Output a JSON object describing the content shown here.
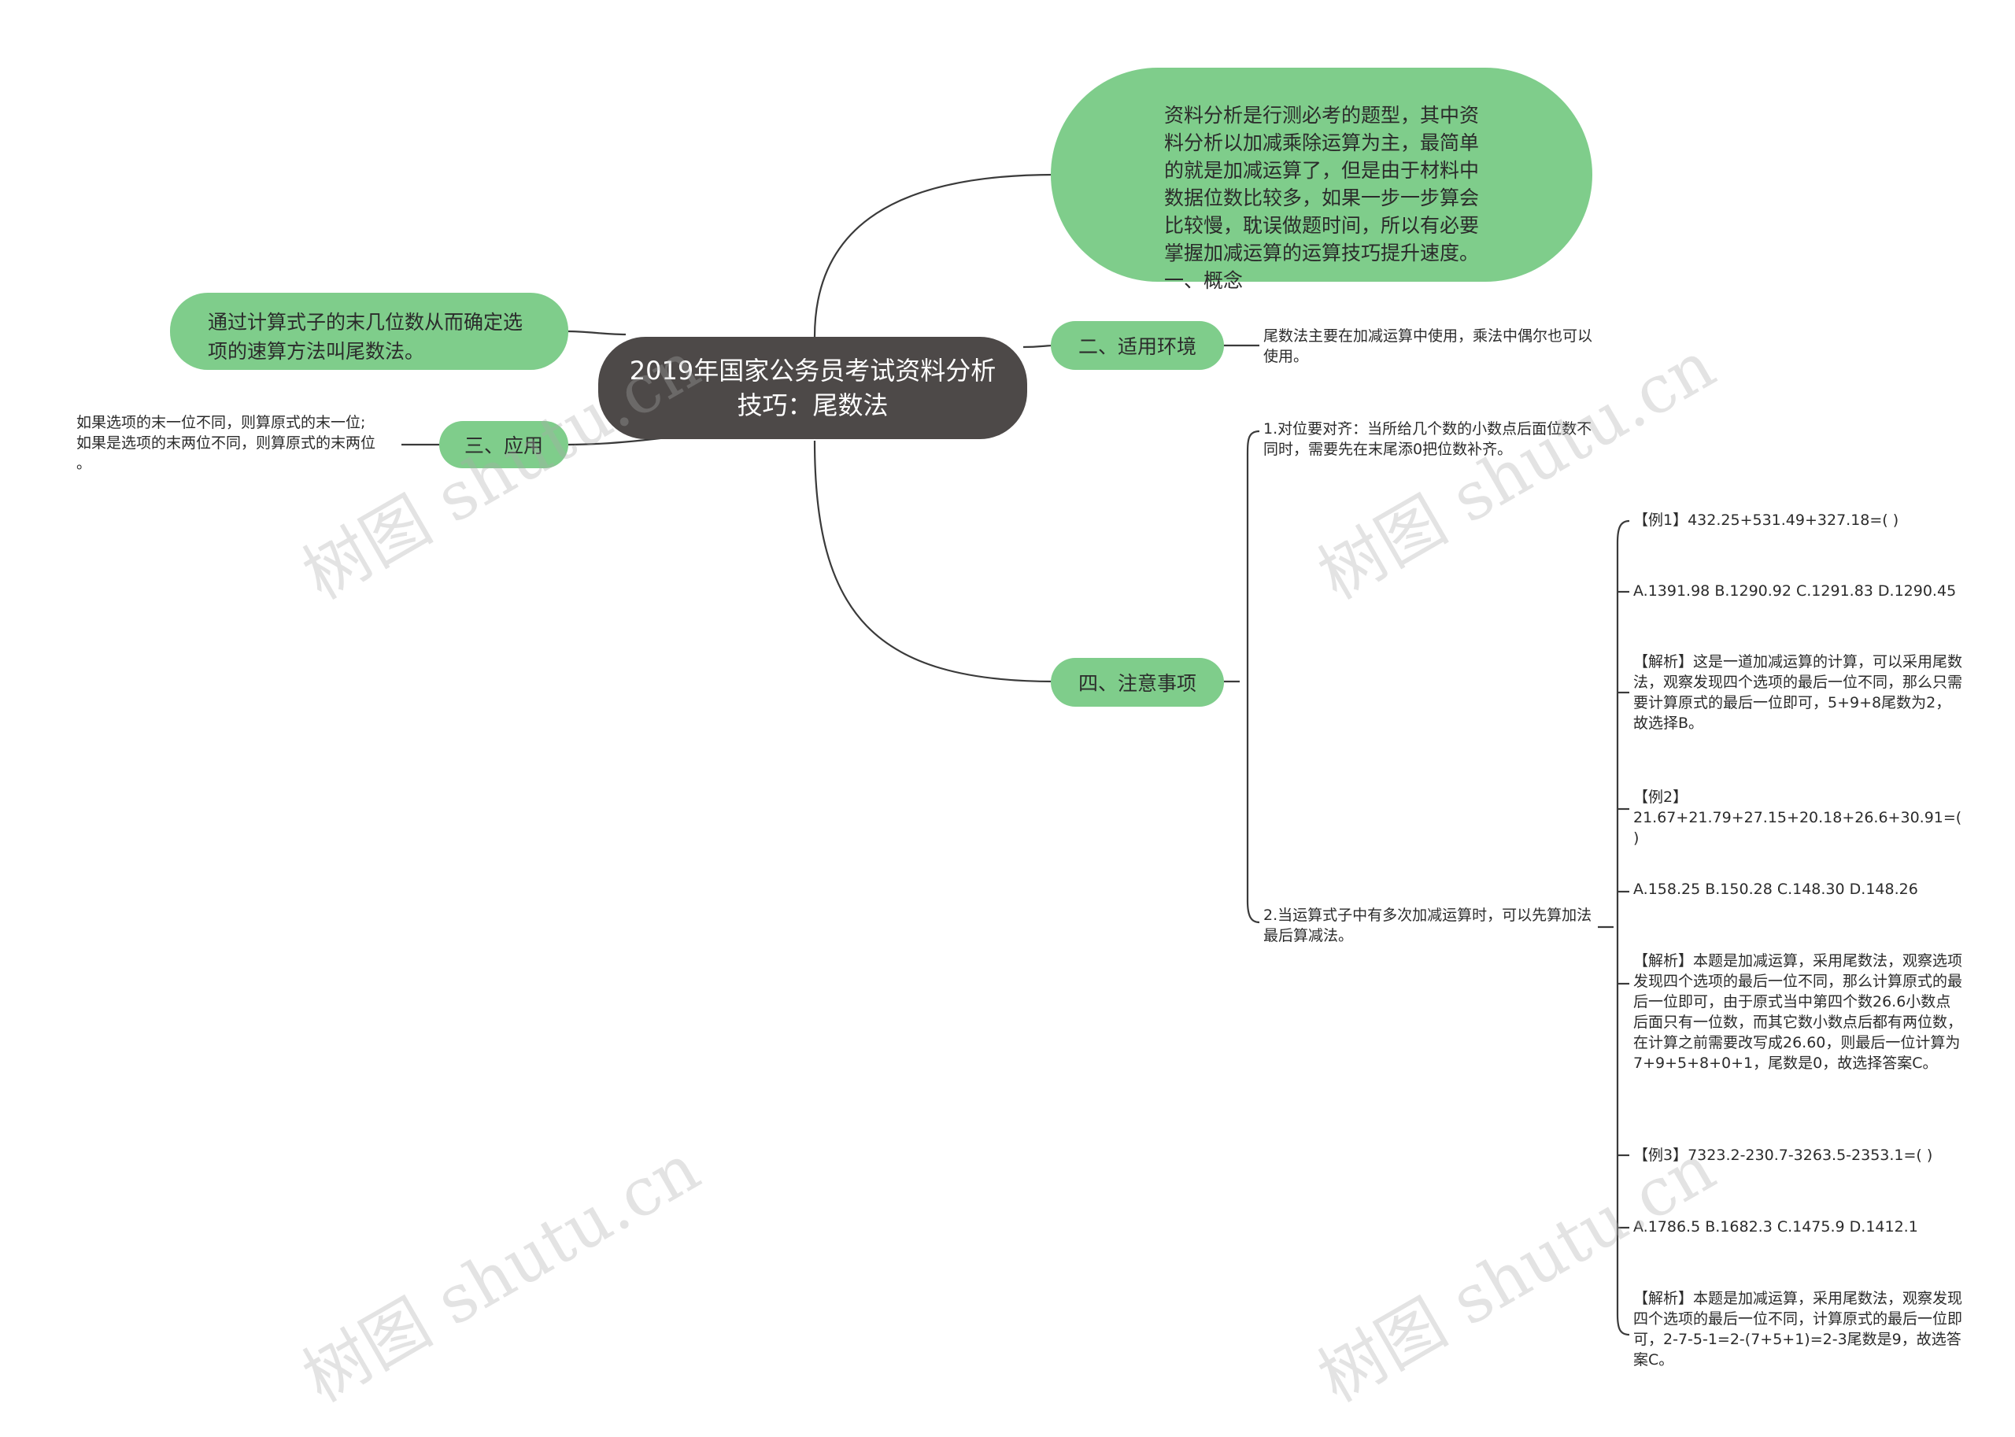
{
  "central": {
    "title": "2019年国家公务员考试资料分析技巧：尾数法"
  },
  "concept_node": {
    "text": "资料分析是行测必考的题型，其中资料分析以加减乘除运算为主，最简单的就是加减运算了，但是由于材料中数据位数比较多，如果一步一步算会比较慢，耽误做题时间，所以有必要掌握加减运算的运算技巧提升速度。一、概念"
  },
  "definition_node": {
    "text": "通过计算式子的末几位数从而确定选项的速算方法叫尾数法。"
  },
  "branches": {
    "environment": {
      "label": "二、适用环境",
      "note": "尾数法主要在加减运算中使用，乘法中偶尔也可以使用。"
    },
    "application": {
      "label": "三、应用",
      "note": "如果选项的末一位不同，则算原式的末一位;\n如果是选项的末两位不同，则算原式的末两位\n。"
    },
    "attention": {
      "label": "四、注意事项",
      "point1": "1.对位要对齐：当所给几个数的小数点后面位数不同时，需要先在末尾添0把位数补齐。",
      "point2": "2.当运算式子中有多次加减运算时，可以先算加法最后算减法。",
      "examples": [
        "【例1】432.25+531.49+327.18=( )",
        "A.1391.98 B.1290.92 C.1291.83 D.1290.45",
        "【解析】这是一道加减运算的计算，可以采用尾数法，观察发现四个选项的最后一位不同，那么只需要计算原式的最后一位即可，5+9+8尾数为2，故选择B。",
        "【例2】21.67+21.79+27.15+20.18+26.6+30.91=( )",
        "A.158.25 B.150.28 C.148.30 D.148.26",
        "【解析】本题是加减运算，采用尾数法，观察选项发现四个选项的最后一位不同，那么计算原式的最后一位即可，由于原式当中第四个数26.6小数点后面只有一位数，而其它数小数点后都有两位数，在计算之前需要改写成26.60，则最后一位计算为7+9+5+8+0+1，尾数是0，故选择答案C。",
        "【例3】7323.2-230.7-3263.5-2353.1=( )",
        "A.1786.5 B.1682.3 C.1475.9 D.1412.1",
        "【解析】本题是加减运算，采用尾数法，观察发现四个选项的最后一位不同，计算原式的最后一位即可，2-7-5-1=2-(7+5+1)=2-3尾数是9，故选答案C。"
      ]
    }
  },
  "watermark": "树图 shutu.cn",
  "colors": {
    "node_green": "#7fcd8b",
    "central_dark": "#4d4948",
    "line": "#3a3a3a"
  }
}
